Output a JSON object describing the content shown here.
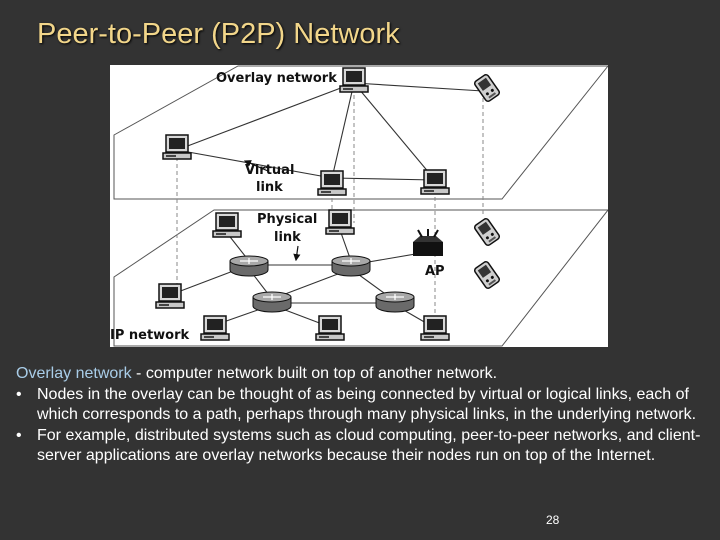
{
  "slide": {
    "title": "Peer-to-Peer (P2P) Network",
    "page_number": "28"
  },
  "diagram": {
    "labels": {
      "overlay_network": "Overlay network",
      "virtual_link_line1": "Virtual",
      "virtual_link_line2": "link",
      "physical_link_line1": "Physical",
      "physical_link_line2": "link",
      "ap": "AP",
      "ip_network": "IP network"
    },
    "icons": [
      "computer-icon",
      "pda-icon",
      "router-icon",
      "access-point-icon"
    ]
  },
  "text": {
    "term": "Overlay network",
    "definition": " - computer network built on top of another network.",
    "bullet_symbol": "•",
    "bullets": [
      "Nodes in the overlay can be thought of as being connected by virtual or logical links, each of which corresponds to a path, perhaps through many physical links, in the underlying network.",
      "For example, distributed systems such as cloud computing, peer-to-peer networks, and client-server applications are overlay networks because their nodes run on top of the Internet."
    ]
  }
}
